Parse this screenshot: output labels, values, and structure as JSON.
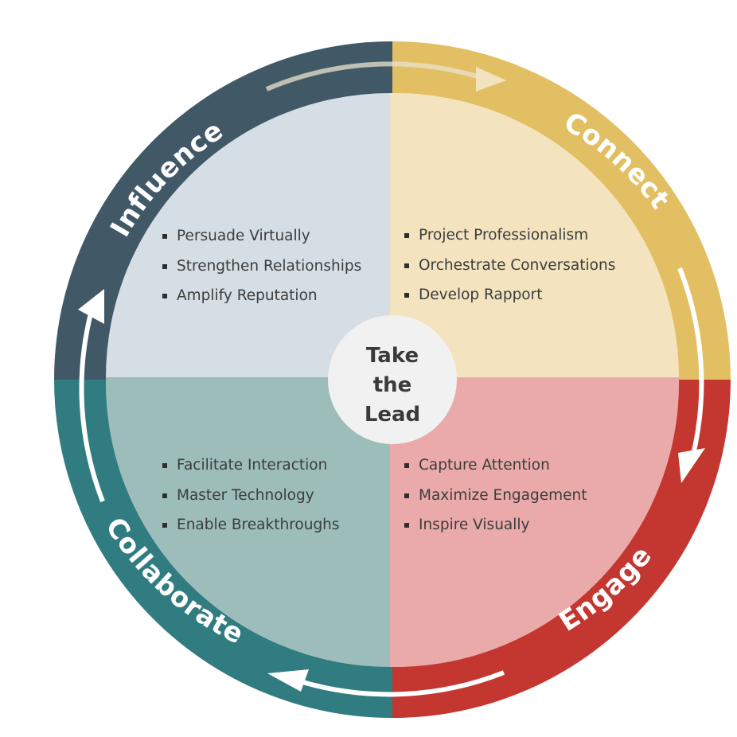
{
  "center": {
    "lines": [
      "Take",
      "the",
      "Lead"
    ]
  },
  "colors": {
    "influence_ring": "#415866",
    "influence_fill": "#d5dee5",
    "connect_ring": "#e3bf63",
    "connect_fill": "#f3e4bf",
    "engage_ring": "#c43630",
    "engage_fill": "#eaaaaa",
    "collaborate_ring": "#317c80",
    "collaborate_fill": "#9dbdbb",
    "center_fill": "#f1f1f1"
  },
  "quadrants": [
    {
      "id": "influence",
      "title": "Influence",
      "items": [
        "Persuade Virtually",
        "Strengthen Relationships",
        "Amplify Reputation"
      ]
    },
    {
      "id": "connect",
      "title": "Connect",
      "items": [
        "Project Professionalism",
        "Orchestrate Conversations",
        "Develop Rapport"
      ]
    },
    {
      "id": "engage",
      "title": "Engage",
      "items": [
        "Capture Attention",
        "Maximize Engagement",
        "Inspire Visually"
      ]
    },
    {
      "id": "collaborate",
      "title": "Collaborate",
      "items": [
        "Facilitate Interaction",
        "Master Technology",
        "Enable Breakthroughs"
      ]
    }
  ],
  "flow_arrows": [
    "influence-to-connect",
    "connect-to-engage",
    "engage-to-collaborate",
    "collaborate-to-influence"
  ]
}
